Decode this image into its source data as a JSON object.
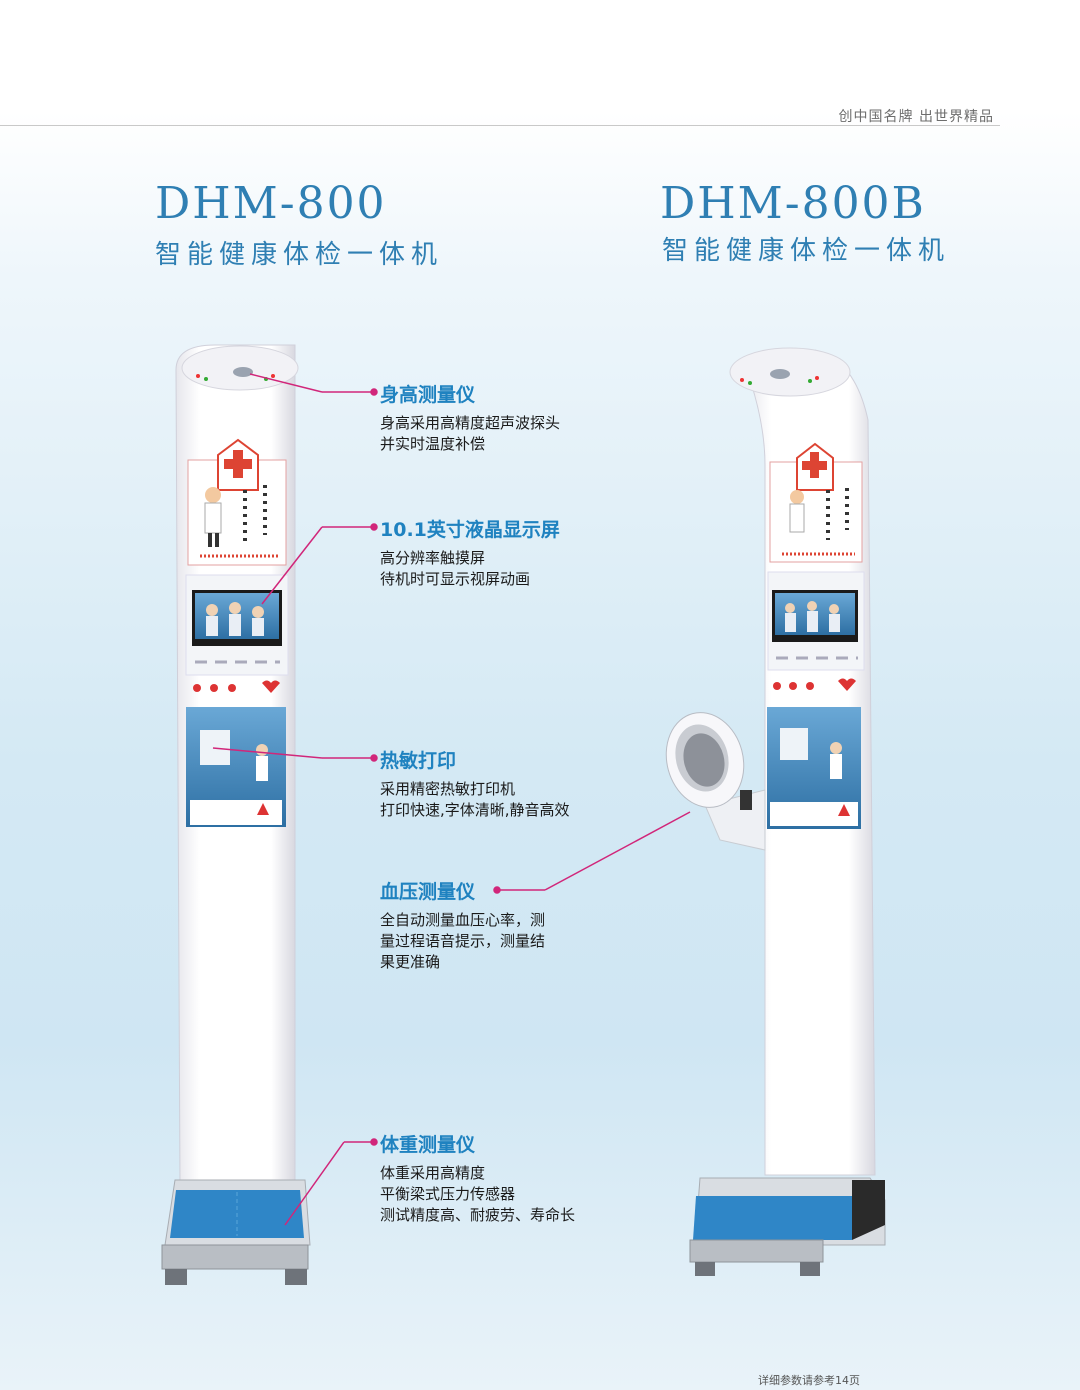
{
  "header": {
    "slogan": "创中国名牌 出世界精品"
  },
  "products": [
    {
      "model": "DHM-800",
      "subtitle": "智能健康体检一体机"
    },
    {
      "model": "DHM-800B",
      "subtitle": "智能健康体检一体机"
    }
  ],
  "features": [
    {
      "title": "身高测量仪",
      "lines": [
        "身高采用高精度超声波探头",
        "并实时温度补偿"
      ]
    },
    {
      "title": "10.1英寸液晶显示屏",
      "lines": [
        "高分辨率触摸屏",
        "待机时可显示视屏动画"
      ]
    },
    {
      "title": "热敏打印",
      "lines": [
        "采用精密热敏打印机",
        "打印快速,字体清晰,静音高效"
      ]
    },
    {
      "title": "血压测量仪",
      "lines": [
        "全自动测量血压心率，测",
        "量过程语音提示，测量结",
        "果更准确"
      ]
    },
    {
      "title": "体重测量仪",
      "lines": [
        "体重采用高精度",
        "平衡梁式压力传感器",
        "测试精度高、耐疲劳、寿命长"
      ]
    }
  ],
  "footer": {
    "note": "详细参数请参考14页"
  },
  "colors": {
    "accent": "#2f7fb3",
    "callout_line": "#d1267a",
    "scale_blue": "#2f86c7"
  }
}
